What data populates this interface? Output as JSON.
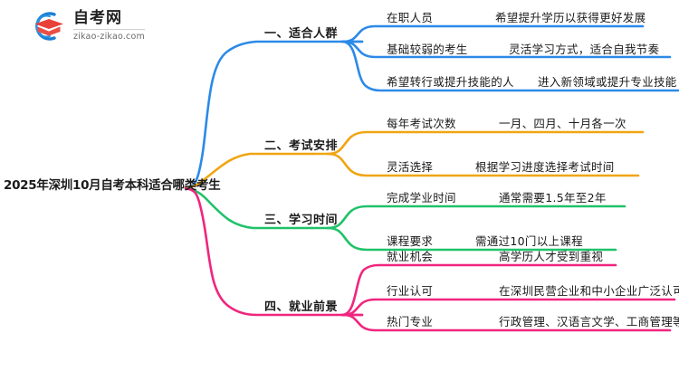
{
  "logo": {
    "title": "自考网",
    "subtitle": "zikao-zikao.com",
    "mark_colors": {
      "arc": "#1b7fd4",
      "cap": "#e8413a"
    }
  },
  "colors": {
    "branch1": "#2b8ae8",
    "branch2": "#f0a512",
    "branch3": "#20c26a",
    "branch4": "#f0257e",
    "text": "#1a1a1a"
  },
  "mindmap": {
    "root": "2025年深圳10月自考本科适合哪类考生",
    "branches": [
      {
        "label": "一、适合人群",
        "color": "#2b8ae8",
        "items": [
          {
            "topic": "在职人员",
            "detail": "希望提升学历以获得更好发展"
          },
          {
            "topic": "基础较弱的考生",
            "detail": "灵活学习方式，适合自我节奏"
          },
          {
            "topic": "希望转行或提升技能的人",
            "detail": "进入新领域或提升专业技能"
          }
        ]
      },
      {
        "label": "二、考试安排",
        "color": "#f0a512",
        "items": [
          {
            "topic": "每年考试次数",
            "detail": "一月、四月、十月各一次"
          },
          {
            "topic": "灵活选择",
            "detail": "根据学习进度选择考试时间"
          }
        ]
      },
      {
        "label": "三、学习时间",
        "color": "#20c26a",
        "items": [
          {
            "topic": "完成学业时间",
            "detail": "通常需要1.5年至2年"
          },
          {
            "topic": "课程要求",
            "detail": "需通过10门以上课程"
          }
        ]
      },
      {
        "label": "四、就业前景",
        "color": "#f0257e",
        "items": [
          {
            "topic": "就业机会",
            "detail": "高学历人才受到重视"
          },
          {
            "topic": "行业认可",
            "detail": "在深圳民营企业和中小企业广泛认可"
          },
          {
            "topic": "热门专业",
            "detail": "行政管理、汉语言文学、工商管理等"
          }
        ]
      }
    ]
  }
}
